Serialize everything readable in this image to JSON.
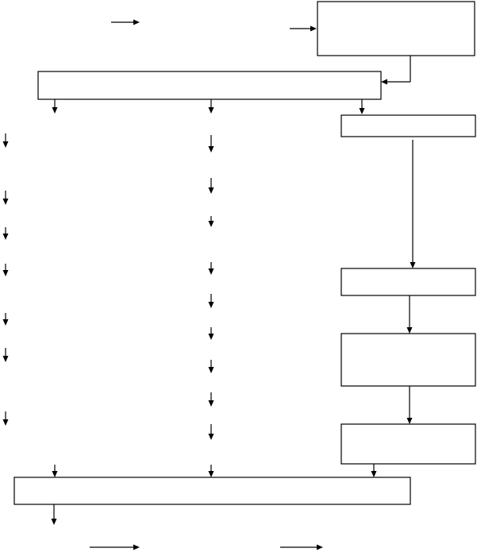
{
  "diagram": {
    "type": "flowchart",
    "stroke_color": "#000000",
    "background_color": "#ffffff",
    "boxes": [
      {
        "id": "top-right-box",
        "text": ""
      },
      {
        "id": "wide-top-bar",
        "text": ""
      },
      {
        "id": "right-box-1",
        "text": ""
      },
      {
        "id": "right-box-2",
        "text": ""
      },
      {
        "id": "right-box-3",
        "text": ""
      },
      {
        "id": "right-box-4",
        "text": ""
      },
      {
        "id": "bottom-bar",
        "text": ""
      }
    ],
    "text_labels": []
  }
}
